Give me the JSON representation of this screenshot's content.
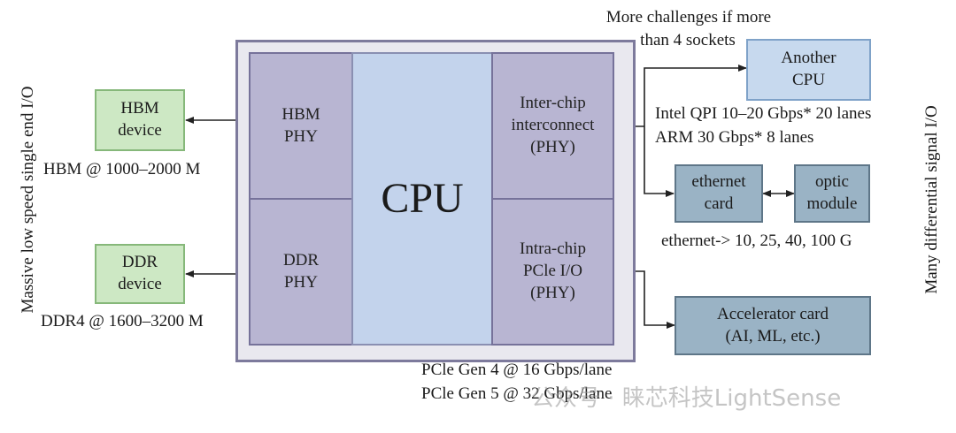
{
  "cpu": {
    "label": "CPU",
    "hbm_phy": [
      "HBM",
      "PHY"
    ],
    "ddr_phy": [
      "DDR",
      "PHY"
    ],
    "inter_chip": [
      "Inter-chip",
      "interconnect",
      "(PHY)"
    ],
    "intra_chip": [
      "Intra-chip",
      "PCle I/O",
      "(PHY)"
    ]
  },
  "hbm_device": [
    "HBM",
    "device"
  ],
  "ddr_device": [
    "DDR",
    "device"
  ],
  "hbm_speed": "HBM @ 1000‒2000 M",
  "ddr_speed": "DDR4 @ 1600‒3200 M",
  "left_vertical": "Massive low speed single end I/O",
  "right_vertical": "Many differential signal I/O",
  "challenge_note": [
    "More challenges if more",
    "than 4 sockets"
  ],
  "another_cpu": [
    "Another",
    "CPU"
  ],
  "interconnect_speeds": [
    "Intel QPI 10‒20 Gbps* 20 lanes",
    "ARM 30 Gbps* 8 lanes"
  ],
  "ethernet_card": [
    "ethernet",
    "card"
  ],
  "optic_module": [
    "optic",
    "module"
  ],
  "ethernet_speeds": "ethernet-> 10, 25, 40, 100 G",
  "accelerator": [
    "Accelerator card",
    "(AI, ML, etc.)"
  ],
  "pcie_speeds": [
    "PCle Gen 4 @ 16 Gbps/lane",
    "PCle Gen 5 @ 32 Gbps/lane"
  ],
  "watermark": "公众号 · 睐芯科技LightSense"
}
